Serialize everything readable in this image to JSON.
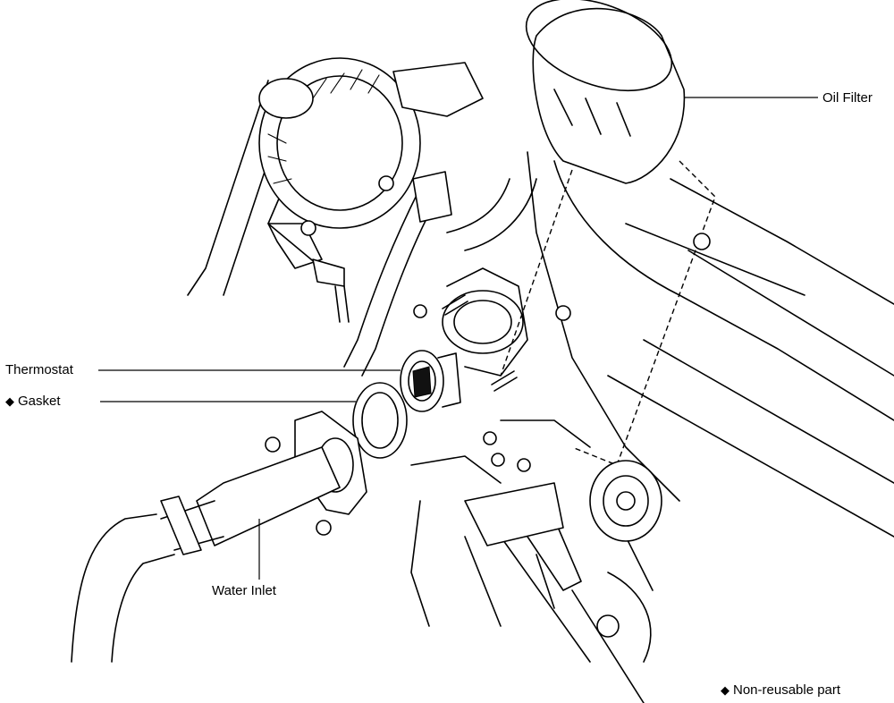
{
  "labels": {
    "oil_filter": "Oil Filter",
    "thermostat": "Thermostat",
    "gasket": "Gasket",
    "water_inlet": "Water Inlet",
    "non_reusable": "Non-reusable part"
  },
  "non_reusable_symbol": "◆"
}
